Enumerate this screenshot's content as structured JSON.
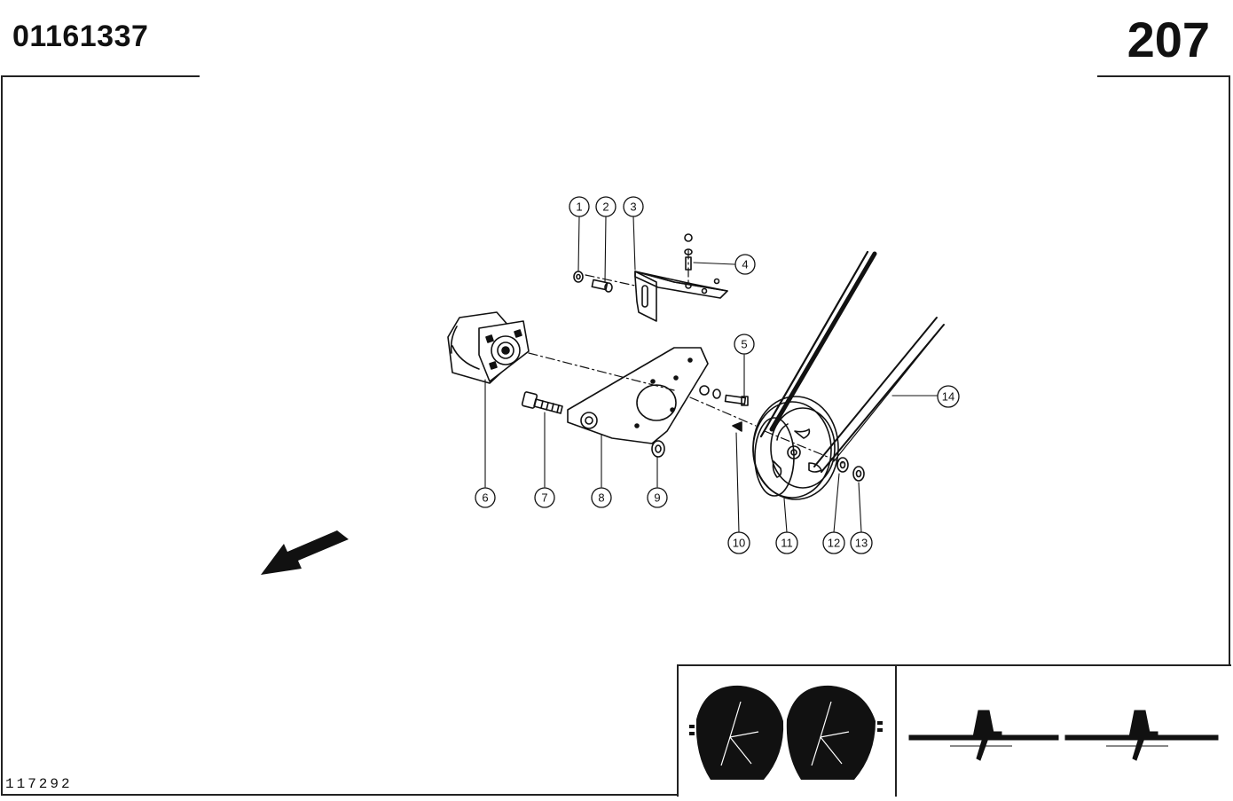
{
  "header": {
    "document_number": "01161337",
    "page_number": "207"
  },
  "footer": {
    "reference_code": "117292"
  },
  "diagram": {
    "callouts": [
      "1",
      "2",
      "3",
      "4",
      "5",
      "6",
      "7",
      "8",
      "9",
      "10",
      "11",
      "12",
      "13",
      "14"
    ]
  }
}
